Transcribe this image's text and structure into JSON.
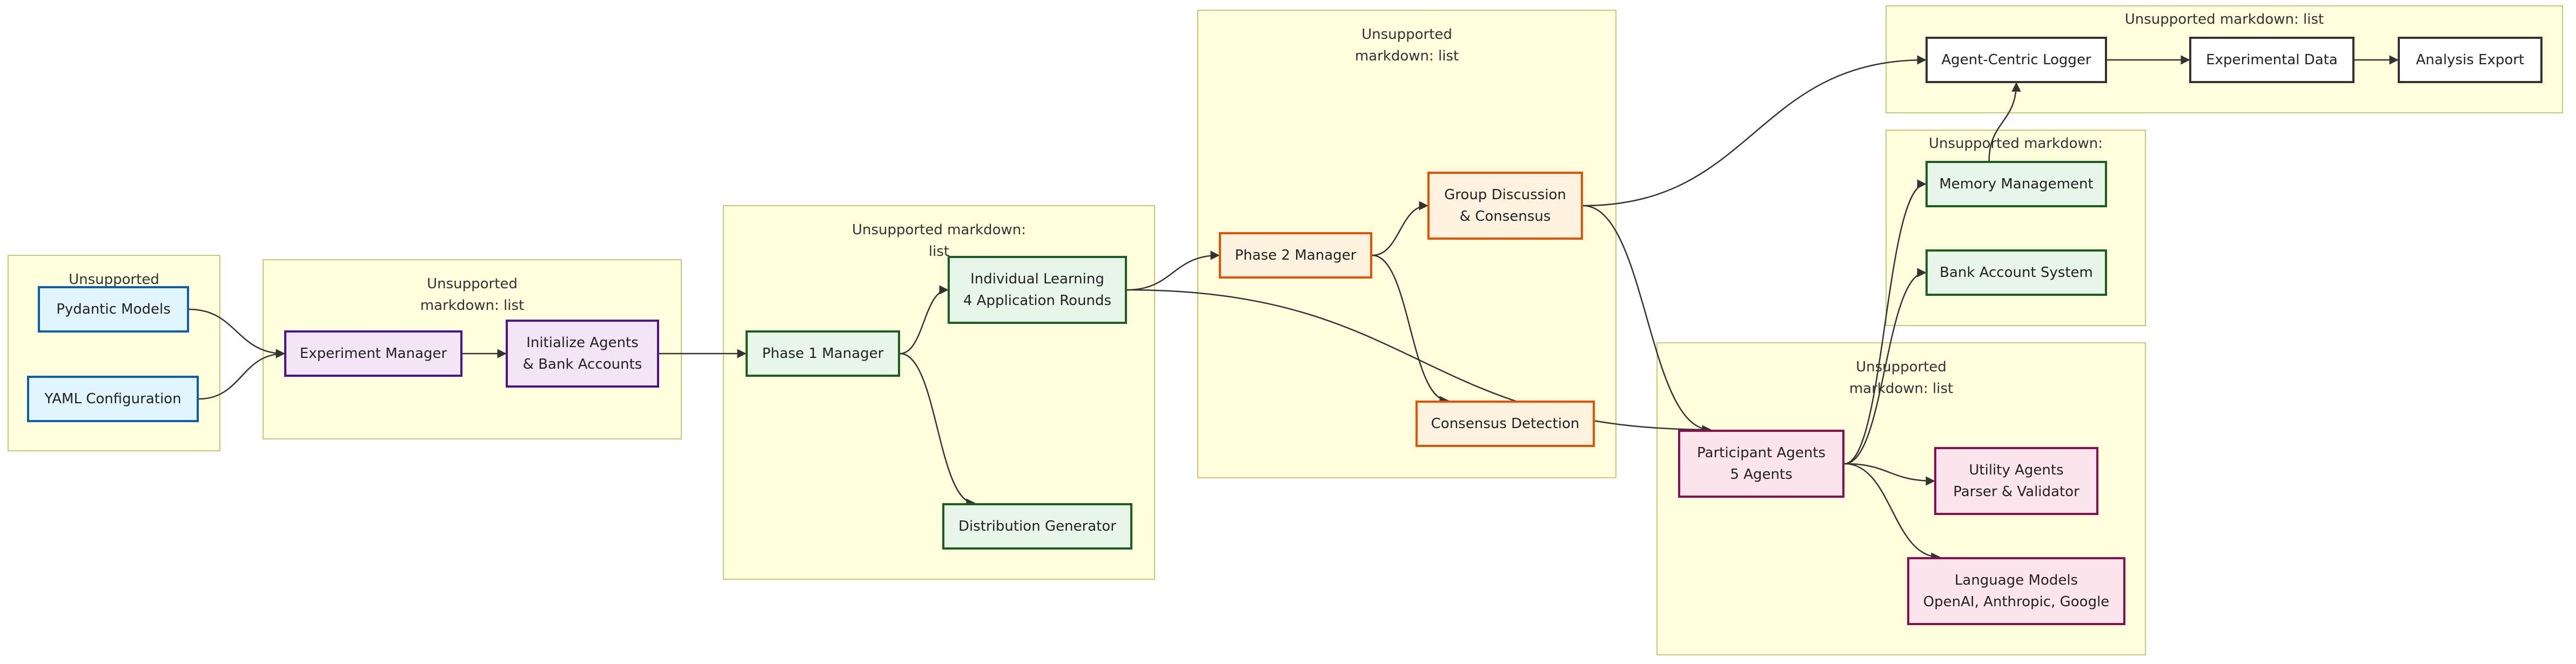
{
  "clusters": {
    "config": "Unsupported markdown: list",
    "core": "Unsupported markdown: list",
    "phase1": "Unsupported markdown: list",
    "phase2": "Unsupported markdown: list",
    "logging": "Unsupported markdown: list",
    "storage": "Unsupported markdown: list",
    "agents": "Unsupported markdown: list"
  },
  "nodes": {
    "pydantic": [
      "Pydantic Models"
    ],
    "yaml": [
      "YAML Configuration"
    ],
    "experiment_manager": [
      "Experiment Manager"
    ],
    "init_agents": [
      "Initialize Agents",
      "& Bank Accounts"
    ],
    "phase1_manager": [
      "Phase 1 Manager"
    ],
    "individual_learning": [
      "Individual Learning",
      "4 Application Rounds"
    ],
    "distribution_generator": [
      "Distribution Generator"
    ],
    "phase2_manager": [
      "Phase 2 Manager"
    ],
    "group_discussion": [
      "Group Discussion",
      "& Consensus"
    ],
    "consensus_detection": [
      "Consensus Detection"
    ],
    "logger": [
      "Agent-Centric Logger"
    ],
    "experimental_data": [
      "Experimental Data"
    ],
    "analysis_export": [
      "Analysis Export"
    ],
    "memory_management": [
      "Memory Management"
    ],
    "bank_account": [
      "Bank Account System"
    ],
    "participant_agents": [
      "Participant Agents",
      "5 Agents"
    ],
    "utility_agents": [
      "Utility Agents",
      "Parser & Validator"
    ],
    "language_models": [
      "Language Models",
      "OpenAI, Anthropic, Google"
    ]
  },
  "edges": [
    [
      "pydantic",
      "experiment_manager"
    ],
    [
      "yaml",
      "experiment_manager"
    ],
    [
      "experiment_manager",
      "init_agents"
    ],
    [
      "init_agents",
      "phase1_manager"
    ],
    [
      "phase1_manager",
      "individual_learning"
    ],
    [
      "phase1_manager",
      "distribution_generator"
    ],
    [
      "individual_learning",
      "phase2_manager"
    ],
    [
      "individual_learning",
      "participant_agents"
    ],
    [
      "phase2_manager",
      "group_discussion"
    ],
    [
      "phase2_manager",
      "consensus_detection"
    ],
    [
      "group_discussion",
      "logger"
    ],
    [
      "group_discussion",
      "participant_agents"
    ],
    [
      "logger",
      "experimental_data"
    ],
    [
      "experimental_data",
      "analysis_export"
    ],
    [
      "memory_management",
      "logger"
    ],
    [
      "participant_agents",
      "memory_management"
    ],
    [
      "participant_agents",
      "bank_account"
    ],
    [
      "participant_agents",
      "utility_agents"
    ],
    [
      "participant_agents",
      "language_models"
    ]
  ],
  "colors": {
    "cluster_fill": "#ffffde",
    "cluster_border": "#c9c77a",
    "config_fill": "#e1f5fe",
    "core_fill": "#f3e5f5",
    "phase1_fill": "#e8f5e9",
    "phase2_fill": "#fff3e0",
    "agents_fill": "#fce4ec",
    "edge": "#333333"
  }
}
